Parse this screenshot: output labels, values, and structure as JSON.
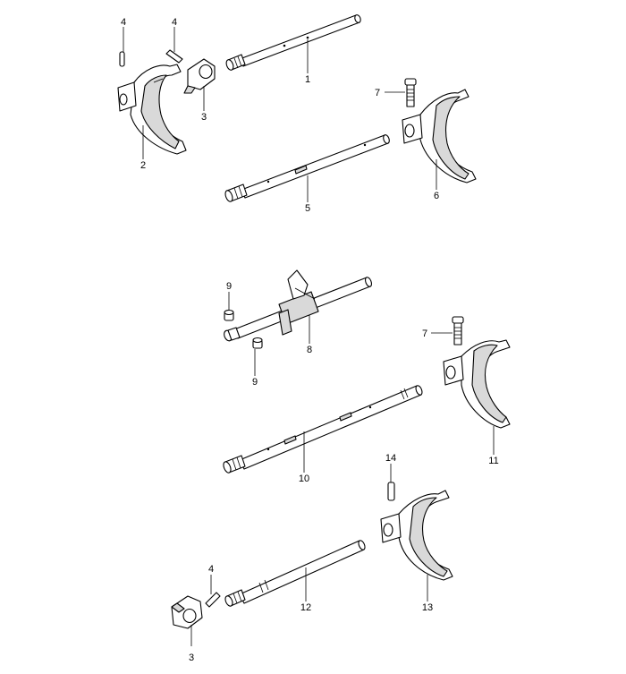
{
  "callouts": {
    "c1": "1",
    "c2": "2",
    "c3a": "3",
    "c3b": "3",
    "c4a": "4",
    "c4b": "4",
    "c4c": "4",
    "c5": "5",
    "c6": "6",
    "c7a": "7",
    "c7b": "7",
    "c8": "8",
    "c9a": "9",
    "c9b": "9",
    "c10": "10",
    "c11": "11",
    "c12": "12",
    "c13": "13",
    "c14": "14"
  },
  "colors": {
    "line": "#000000",
    "shade": "#d9d9d9",
    "background": "#ffffff"
  }
}
